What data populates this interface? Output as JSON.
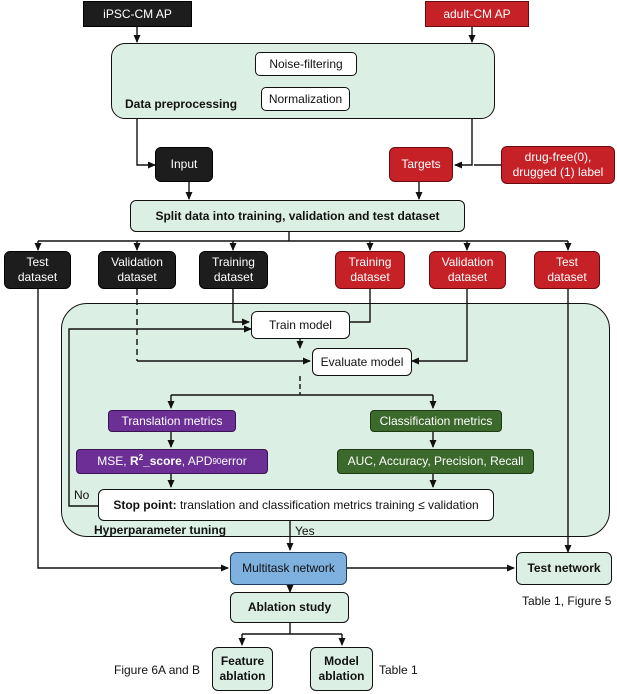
{
  "sources": {
    "ipsc": "iPSC-CM AP",
    "adult": "adult-CM AP"
  },
  "preprocessing": {
    "noise_filtering": "Noise-filtering",
    "normalization": "Normalization",
    "title": "Data preprocessing"
  },
  "input": "Input",
  "targets": "Targets",
  "drug_label": {
    "line1": "drug-free(0),",
    "line2": "drugged (1) label"
  },
  "split": "Split data into training, validation and test dataset",
  "datasets": {
    "test_black": {
      "line1": "Test",
      "line2": "dataset"
    },
    "validation_black": {
      "line1": "Validation",
      "line2": "dataset"
    },
    "training_black": {
      "line1": "Training",
      "line2": "dataset"
    },
    "training_red": {
      "line1": "Training",
      "line2": "dataset"
    },
    "validation_red": {
      "line1": "Validation",
      "line2": "dataset"
    },
    "test_red": {
      "line1": "Test",
      "line2": "dataset"
    }
  },
  "train_model": "Train model",
  "evaluate_model": "Evaluate model",
  "translation_metrics": "Translation metrics",
  "classification_metrics": "Classification metrics",
  "translation_items": {
    "mse": "MSE,",
    "r2_base": "R",
    "r2_sup": "2",
    "r2_rest": "_score",
    "apd_pre": ", APD",
    "apd_sub": "90",
    "apd_post": " error"
  },
  "classification_items": "AUC, Accuracy, Precision, Recall",
  "stop_point": {
    "bold": "Stop point:",
    "rest": " translation and classification metrics training ≤ validation"
  },
  "no_label": "No",
  "yes_label": "Yes",
  "hyperparameter_tuning": "Hyperparameter tuning",
  "multitask": "Multitask network",
  "test_network": "Test network",
  "test_network_ref": "Table 1, Figure 5",
  "ablation_study": "Ablation study",
  "feature_ablation": {
    "line1": "Feature",
    "line2": "ablation"
  },
  "model_ablation": {
    "line1": "Model",
    "line2": "ablation"
  },
  "feature_ref": "Figure 6A and B",
  "model_ref": "Table 1"
}
